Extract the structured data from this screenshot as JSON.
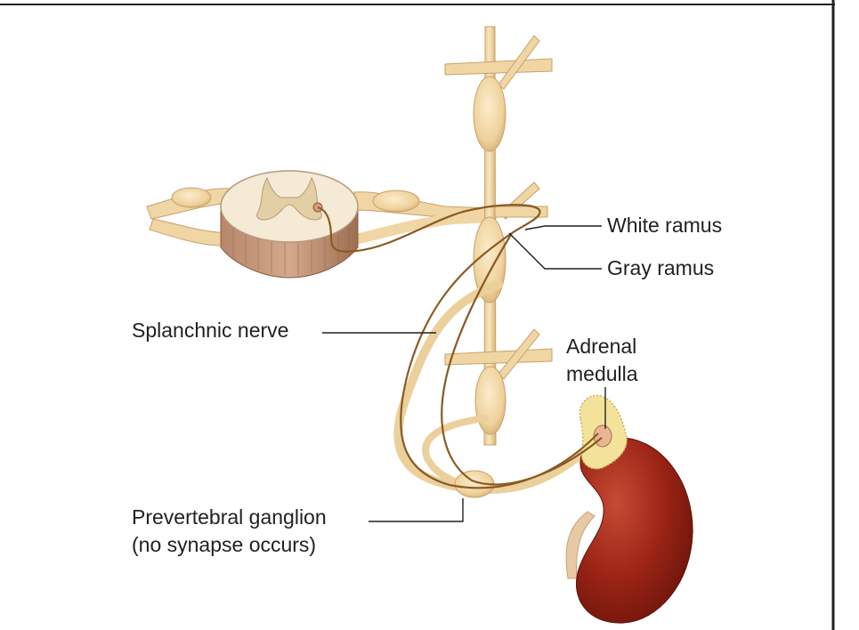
{
  "labels": {
    "white_ramus": "White ramus",
    "gray_ramus": "Gray ramus",
    "splanchnic_nerve": "Splanchnic nerve",
    "adrenal_line1": "Adrenal",
    "adrenal_line2": "medulla",
    "prevertebral_line1": "Prevertebral ganglion",
    "prevertebral_line2": "(no synapse occurs)"
  },
  "colors": {
    "frame": "#231f20",
    "nerve_fill": "#f4dcae",
    "nerve_shade": "#d9b57a",
    "axon": "#8a5a24",
    "cord_white": "#f3e9d6",
    "cord_gray": "#e2cfa8",
    "cord_side": "#b58563",
    "kidney": "#9c2416",
    "adrenal": "#f3e39a",
    "leader": "#231f20"
  }
}
